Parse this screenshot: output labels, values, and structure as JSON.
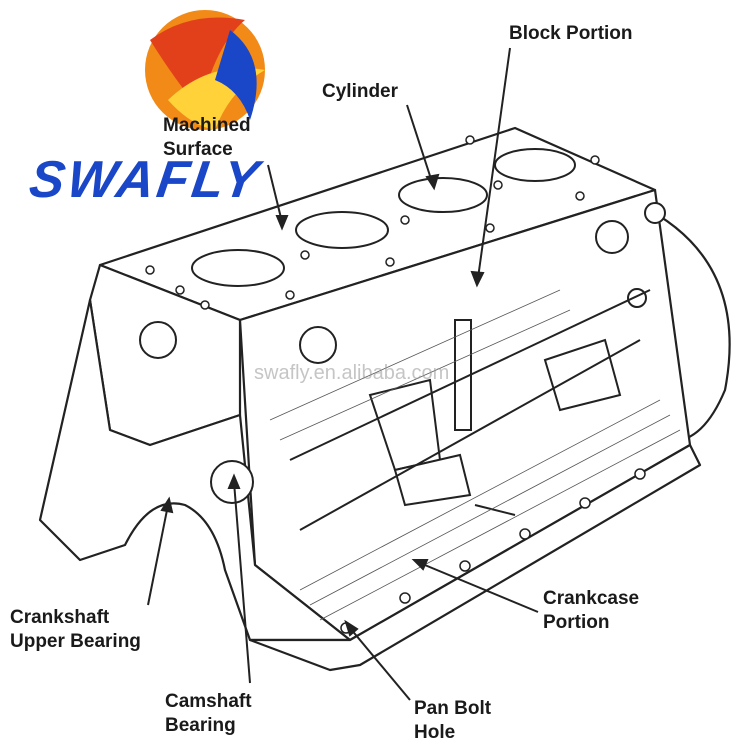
{
  "logo": {
    "brand": "SWAFLY",
    "icon": "swafly-bird-logo",
    "colors": {
      "orange": "#f28a18",
      "red": "#e2401b",
      "blue": "#1a46c8"
    }
  },
  "watermark": "swafly.en.alibaba.com",
  "labels": {
    "block_portion": "Block Portion",
    "cylinder": "Cylinder",
    "machined_surface": "Machined\nSurface",
    "crankshaft_upper_bearing": "Crankshaft\nUpper Bearing",
    "crankcase_portion": "Crankcase\nPortion",
    "camshaft_bearing": "Camshaft\nBearing",
    "pan_bolt_hole": "Pan Bolt\nHole"
  }
}
